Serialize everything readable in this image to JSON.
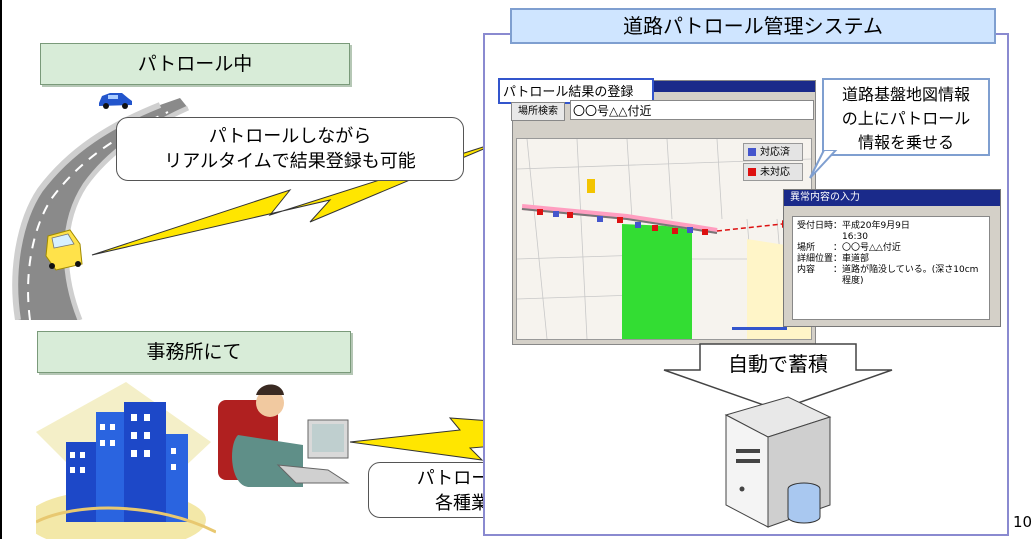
{
  "system_title": "道路パトロール管理システム",
  "left": {
    "patrol_label": "パトロール中",
    "patrol_bubble_line1": "パトロールしながら",
    "patrol_bubble_line2": "リアルタイムで結果登録も可能",
    "office_label": "事務所にて",
    "office_bubble_line1": "パトロール結果確認",
    "office_bubble_line2": "各種業務に利用"
  },
  "screen": {
    "window_title": "パトロール結果の登録",
    "search_button": "場所検索",
    "search_value": "〇〇号△△付近",
    "legend": [
      {
        "label": "対応済",
        "color": "#4455cc"
      },
      {
        "label": "未対応",
        "color": "#dd1111"
      }
    ]
  },
  "callout": {
    "line1": "道路基盤地図情報",
    "line2": "の上にパトロール",
    "line3": "情報を乗せる"
  },
  "incident": {
    "title": "異常内容の入力",
    "rows": [
      "受付日時：平成20年9月9日",
      "　　　　　16:30",
      "場所　　：〇〇号△△付近",
      "詳細位置：車道部",
      "内容　　：道路が陥没している。(深さ10cm",
      "　　　　　程度)"
    ]
  },
  "auto_label": "自動で蓄積",
  "page_number": "10",
  "colors": {
    "label_green": "#d8ecd8",
    "system_blue": "#cfe5ff",
    "lightning_yellow": "#ffe600",
    "done_blue": "#4455cc",
    "pending_red": "#dd1111"
  }
}
